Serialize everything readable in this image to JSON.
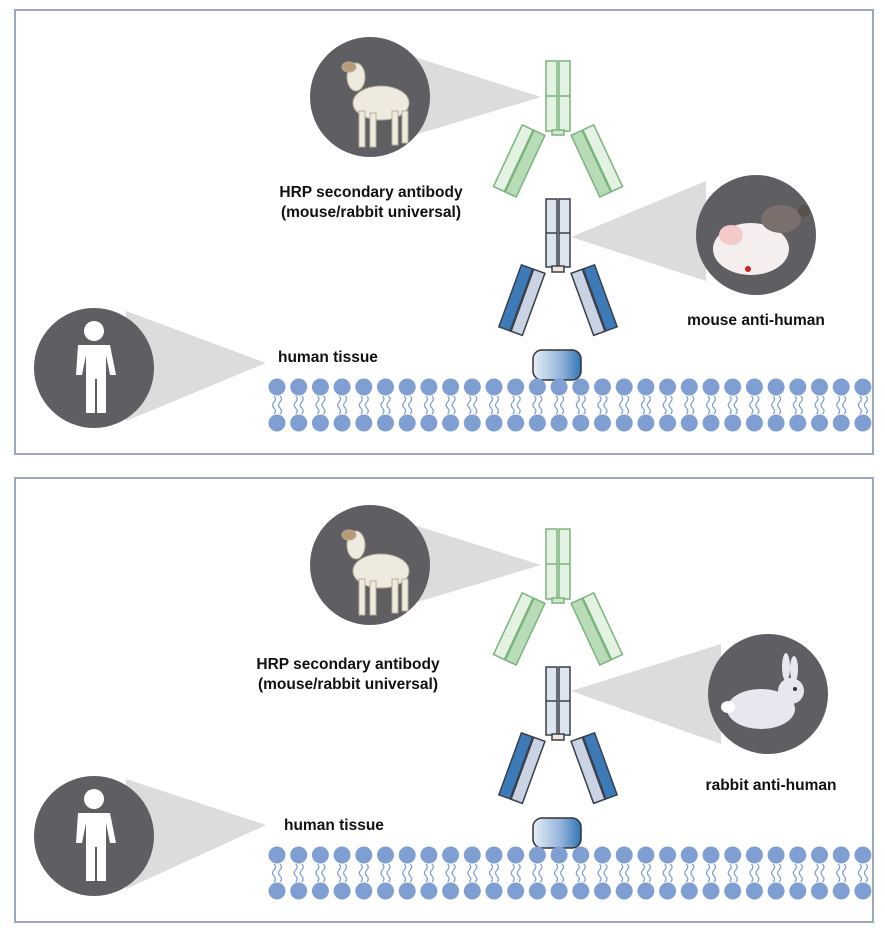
{
  "panels": [
    {
      "secondary_label_line1": "HRP secondary antibody",
      "secondary_label_line2": "(mouse/rabbit universal)",
      "primary_label": "mouse anti-human",
      "tissue_label": "human tissue",
      "secondary_host_icon": "goat-icon",
      "primary_host_icon": "mouse-icon",
      "tissue_source_icon": "person-icon"
    },
    {
      "secondary_label_line1": "HRP secondary antibody",
      "secondary_label_line2": "(mouse/rabbit universal)",
      "primary_label": "rabbit anti-human",
      "tissue_label": "human tissue",
      "secondary_host_icon": "goat-icon",
      "primary_host_icon": "rabbit-icon",
      "tissue_source_icon": "person-icon"
    }
  ],
  "colors": {
    "panel_border": "#9aa8bf",
    "circle_fill": "#5e5e63",
    "secondary_antibody": "#8fc48f",
    "primary_antibody_heavy": "#3d7bb8",
    "primary_antibody_light": "#c9d3e3",
    "membrane": "#7f9fd3",
    "antigen": "#2f75b5"
  }
}
